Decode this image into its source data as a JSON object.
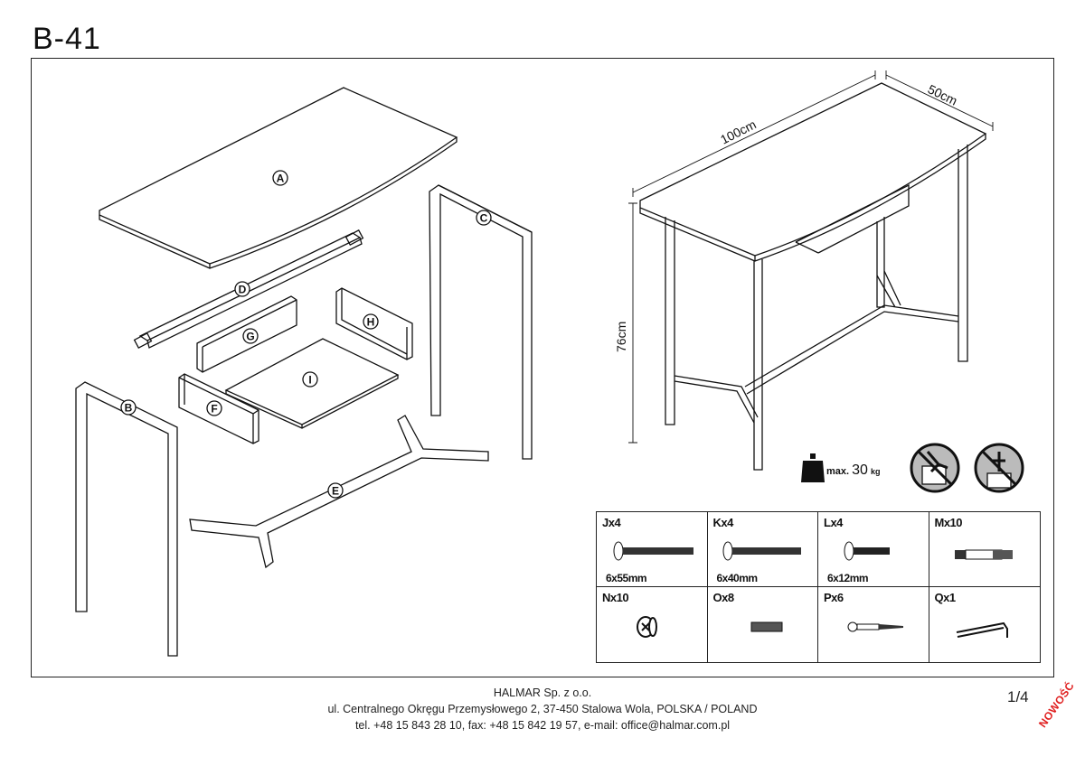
{
  "document": {
    "title": "B-41",
    "page_number": "1/4",
    "badge": "NOWOŚĆ"
  },
  "parts": {
    "A": "A",
    "B": "B",
    "C": "C",
    "D": "D",
    "E": "E",
    "F": "F",
    "G": "G",
    "H": "H",
    "I": "I"
  },
  "dimensions": {
    "width": "100cm",
    "depth": "50cm",
    "height": "76cm"
  },
  "load": {
    "prefix": "max.",
    "value": "30",
    "unit": "kg"
  },
  "warning_icons": [
    "no-climbing-icon",
    "no-standing-icon"
  ],
  "hardware": [
    {
      "code": "Jx4",
      "size": "6x55mm",
      "icon": "bolt-long-icon"
    },
    {
      "code": "Kx4",
      "size": "6x40mm",
      "icon": "bolt-medium-icon"
    },
    {
      "code": "Lx4",
      "size": "6x12mm",
      "icon": "bolt-short-icon"
    },
    {
      "code": "Mx10",
      "size": "",
      "icon": "cam-dowel-icon"
    },
    {
      "code": "Nx10",
      "size": "",
      "icon": "cam-lock-icon"
    },
    {
      "code": "Ox8",
      "size": "",
      "icon": "wood-dowel-icon"
    },
    {
      "code": "Px6",
      "size": "",
      "icon": "screw-icon"
    },
    {
      "code": "Qx1",
      "size": "",
      "icon": "allen-key-icon"
    }
  ],
  "footer": {
    "company": "HALMAR Sp. z o.o.",
    "address": "ul. Centralnego Okręgu Przemysłowego 2, 37-450 Stalowa Wola, POLSKA / POLAND",
    "contact": "tel. +48 15 843 28 10, fax: +48 15 842 19 57, e-mail: office@halmar.com.pl"
  }
}
